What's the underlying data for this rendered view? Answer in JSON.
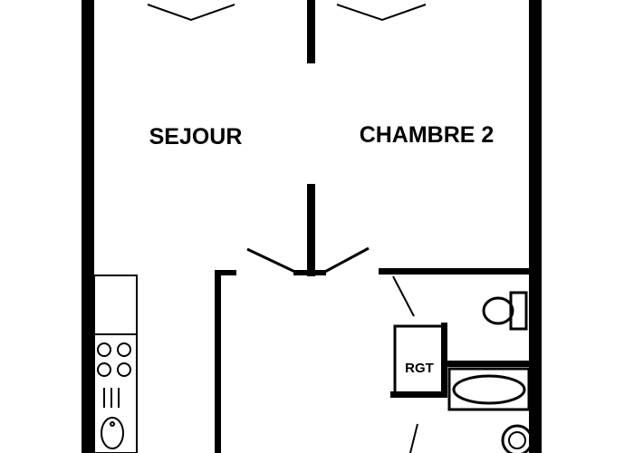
{
  "plan": {
    "rooms": {
      "sejour": "SEJOUR",
      "chambre2": "CHAMBRE 2",
      "rgt": "RGT"
    },
    "colors": {
      "wall": "#000000",
      "background": "#ffffff"
    }
  }
}
